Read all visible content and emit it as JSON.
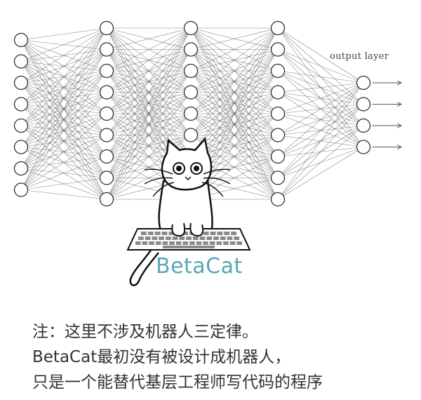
{
  "diagram": {
    "layers": [
      8,
      9,
      9,
      9,
      4
    ],
    "output_label": "output layer"
  },
  "mascot": {
    "name": "BetaCat"
  },
  "caption": {
    "lines": [
      "注：这里不涉及机器人三定律。",
      "BetaCat最初没有被设计成机器人，",
      "只是一个能替代基层工程师写代码的程序"
    ]
  },
  "colors": {
    "line": "#555555",
    "brand": "#5aa7b6",
    "text": "#333333"
  }
}
